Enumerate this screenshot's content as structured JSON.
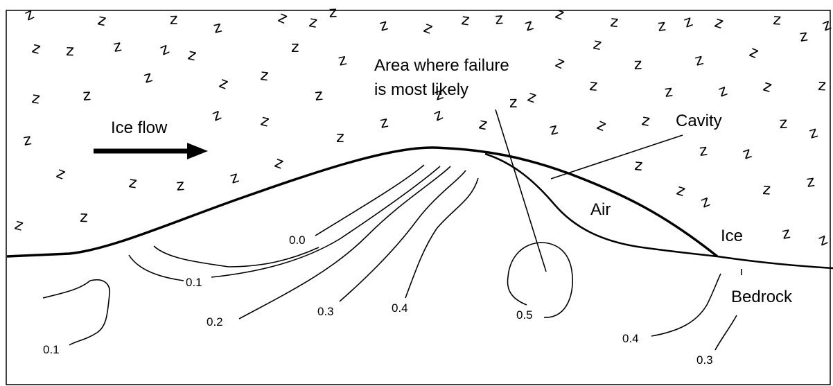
{
  "labels": {
    "ice_flow": "Ice flow",
    "failure_line1": "Area where failure",
    "failure_line2": "is most likely",
    "cavity": "Cavity",
    "air": "Air",
    "ice": "Ice",
    "bedrock": "Bedrock"
  },
  "contours": {
    "c00": "0.0",
    "c01a": "0.1",
    "c01b": "0.1",
    "c02": "0.2",
    "c03a": "0.3",
    "c04a": "0.4",
    "c05": "0.5",
    "c04b": "0.4",
    "c03b": "0.3"
  },
  "ice_symbol": "z"
}
